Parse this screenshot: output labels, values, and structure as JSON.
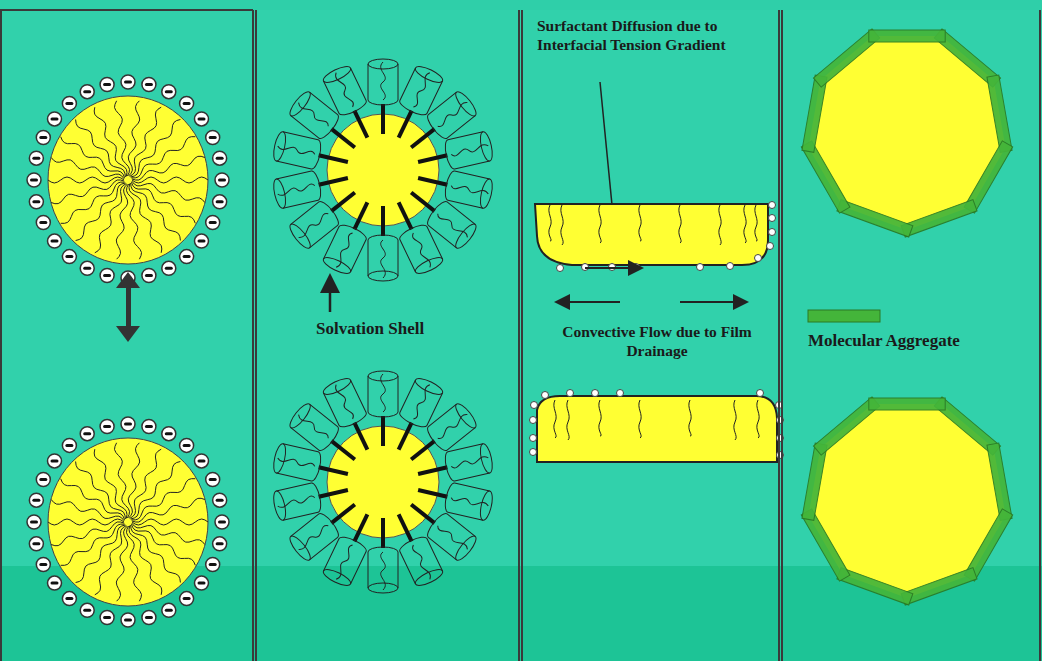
{
  "diagram": {
    "labels": [
      "Solvation Shell",
      "Surfactant Diffusion due to Interfacial Tension Gradient",
      "Convective Flow due to Film Drainage",
      "Molecular Aggregate"
    ]
  }
}
